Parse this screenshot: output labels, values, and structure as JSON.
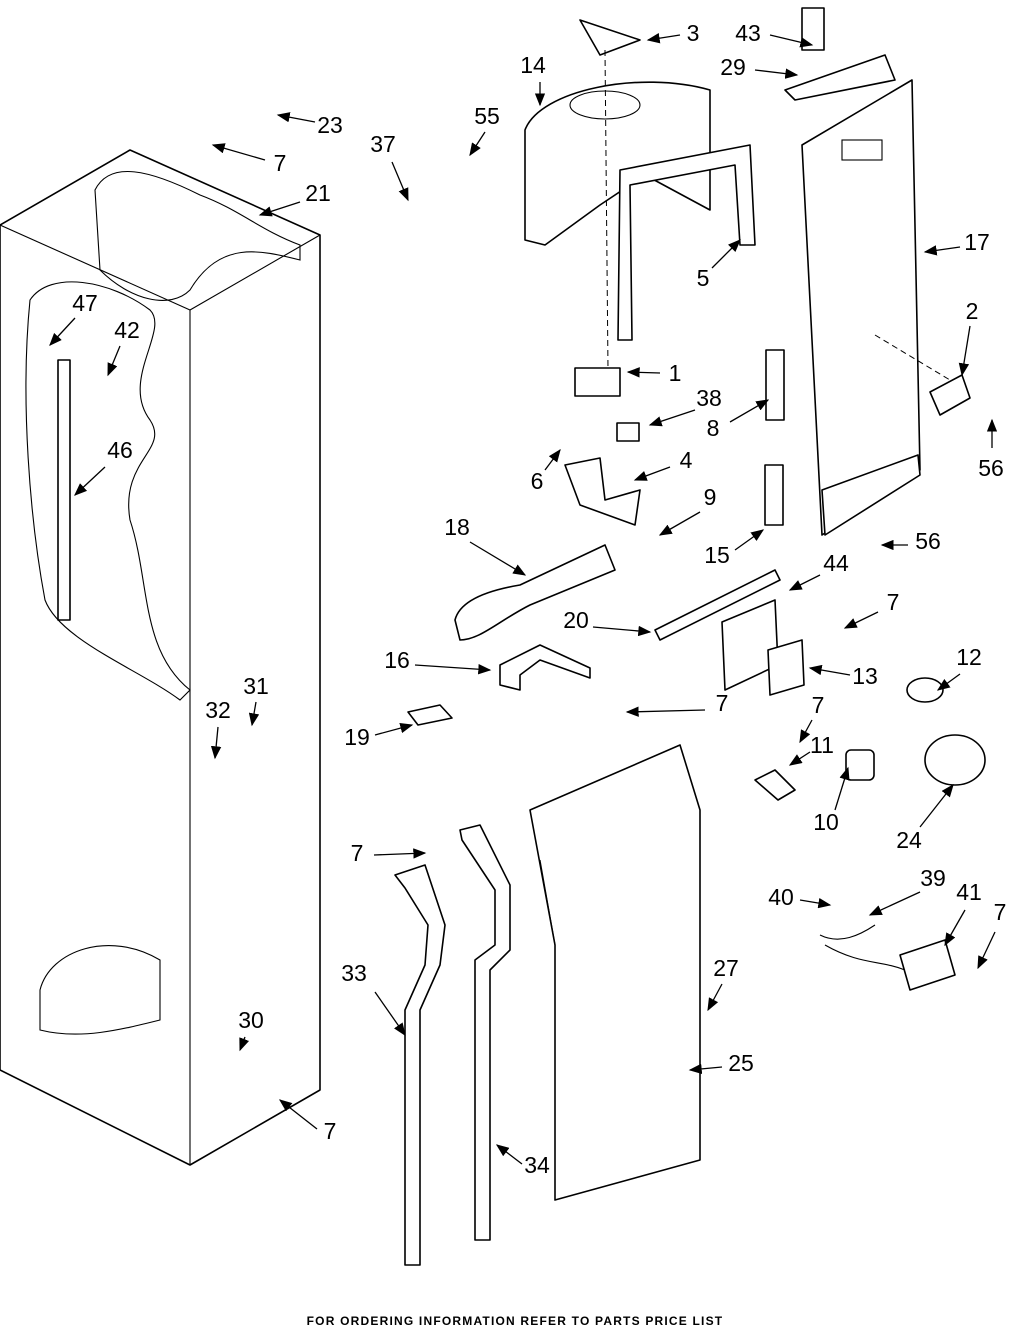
{
  "diagram": {
    "callouts": [
      "3",
      "43",
      "14",
      "29",
      "23",
      "55",
      "37",
      "7",
      "21",
      "17",
      "5",
      "47",
      "42",
      "2",
      "1",
      "38",
      "8",
      "46",
      "56",
      "4",
      "6",
      "9",
      "18",
      "15",
      "56",
      "44",
      "7",
      "20",
      "16",
      "13",
      "12",
      "7",
      "31",
      "32",
      "19",
      "7",
      "11",
      "10",
      "24",
      "7",
      "40",
      "39",
      "41",
      "7",
      "33",
      "27",
      "30",
      "25",
      "7",
      "34"
    ],
    "footer": "FOR ORDERING INFORMATION REFER TO PARTS PRICE LIST"
  }
}
